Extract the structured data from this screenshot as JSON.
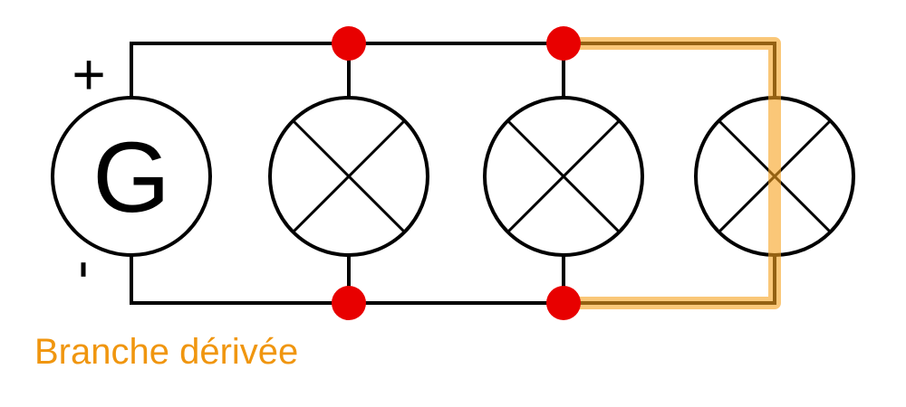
{
  "generator": {
    "letter": "G",
    "positive_label": "+",
    "negative_label": "-"
  },
  "lamps": [
    {
      "id": "lamp-1"
    },
    {
      "id": "lamp-2"
    },
    {
      "id": "lamp-3"
    }
  ],
  "highlight": {
    "label": "Branche dérivée",
    "color": "#f0960f",
    "highlight_color": "#f6a21e"
  },
  "node_color": "#e80000",
  "wire_color": "#000000"
}
